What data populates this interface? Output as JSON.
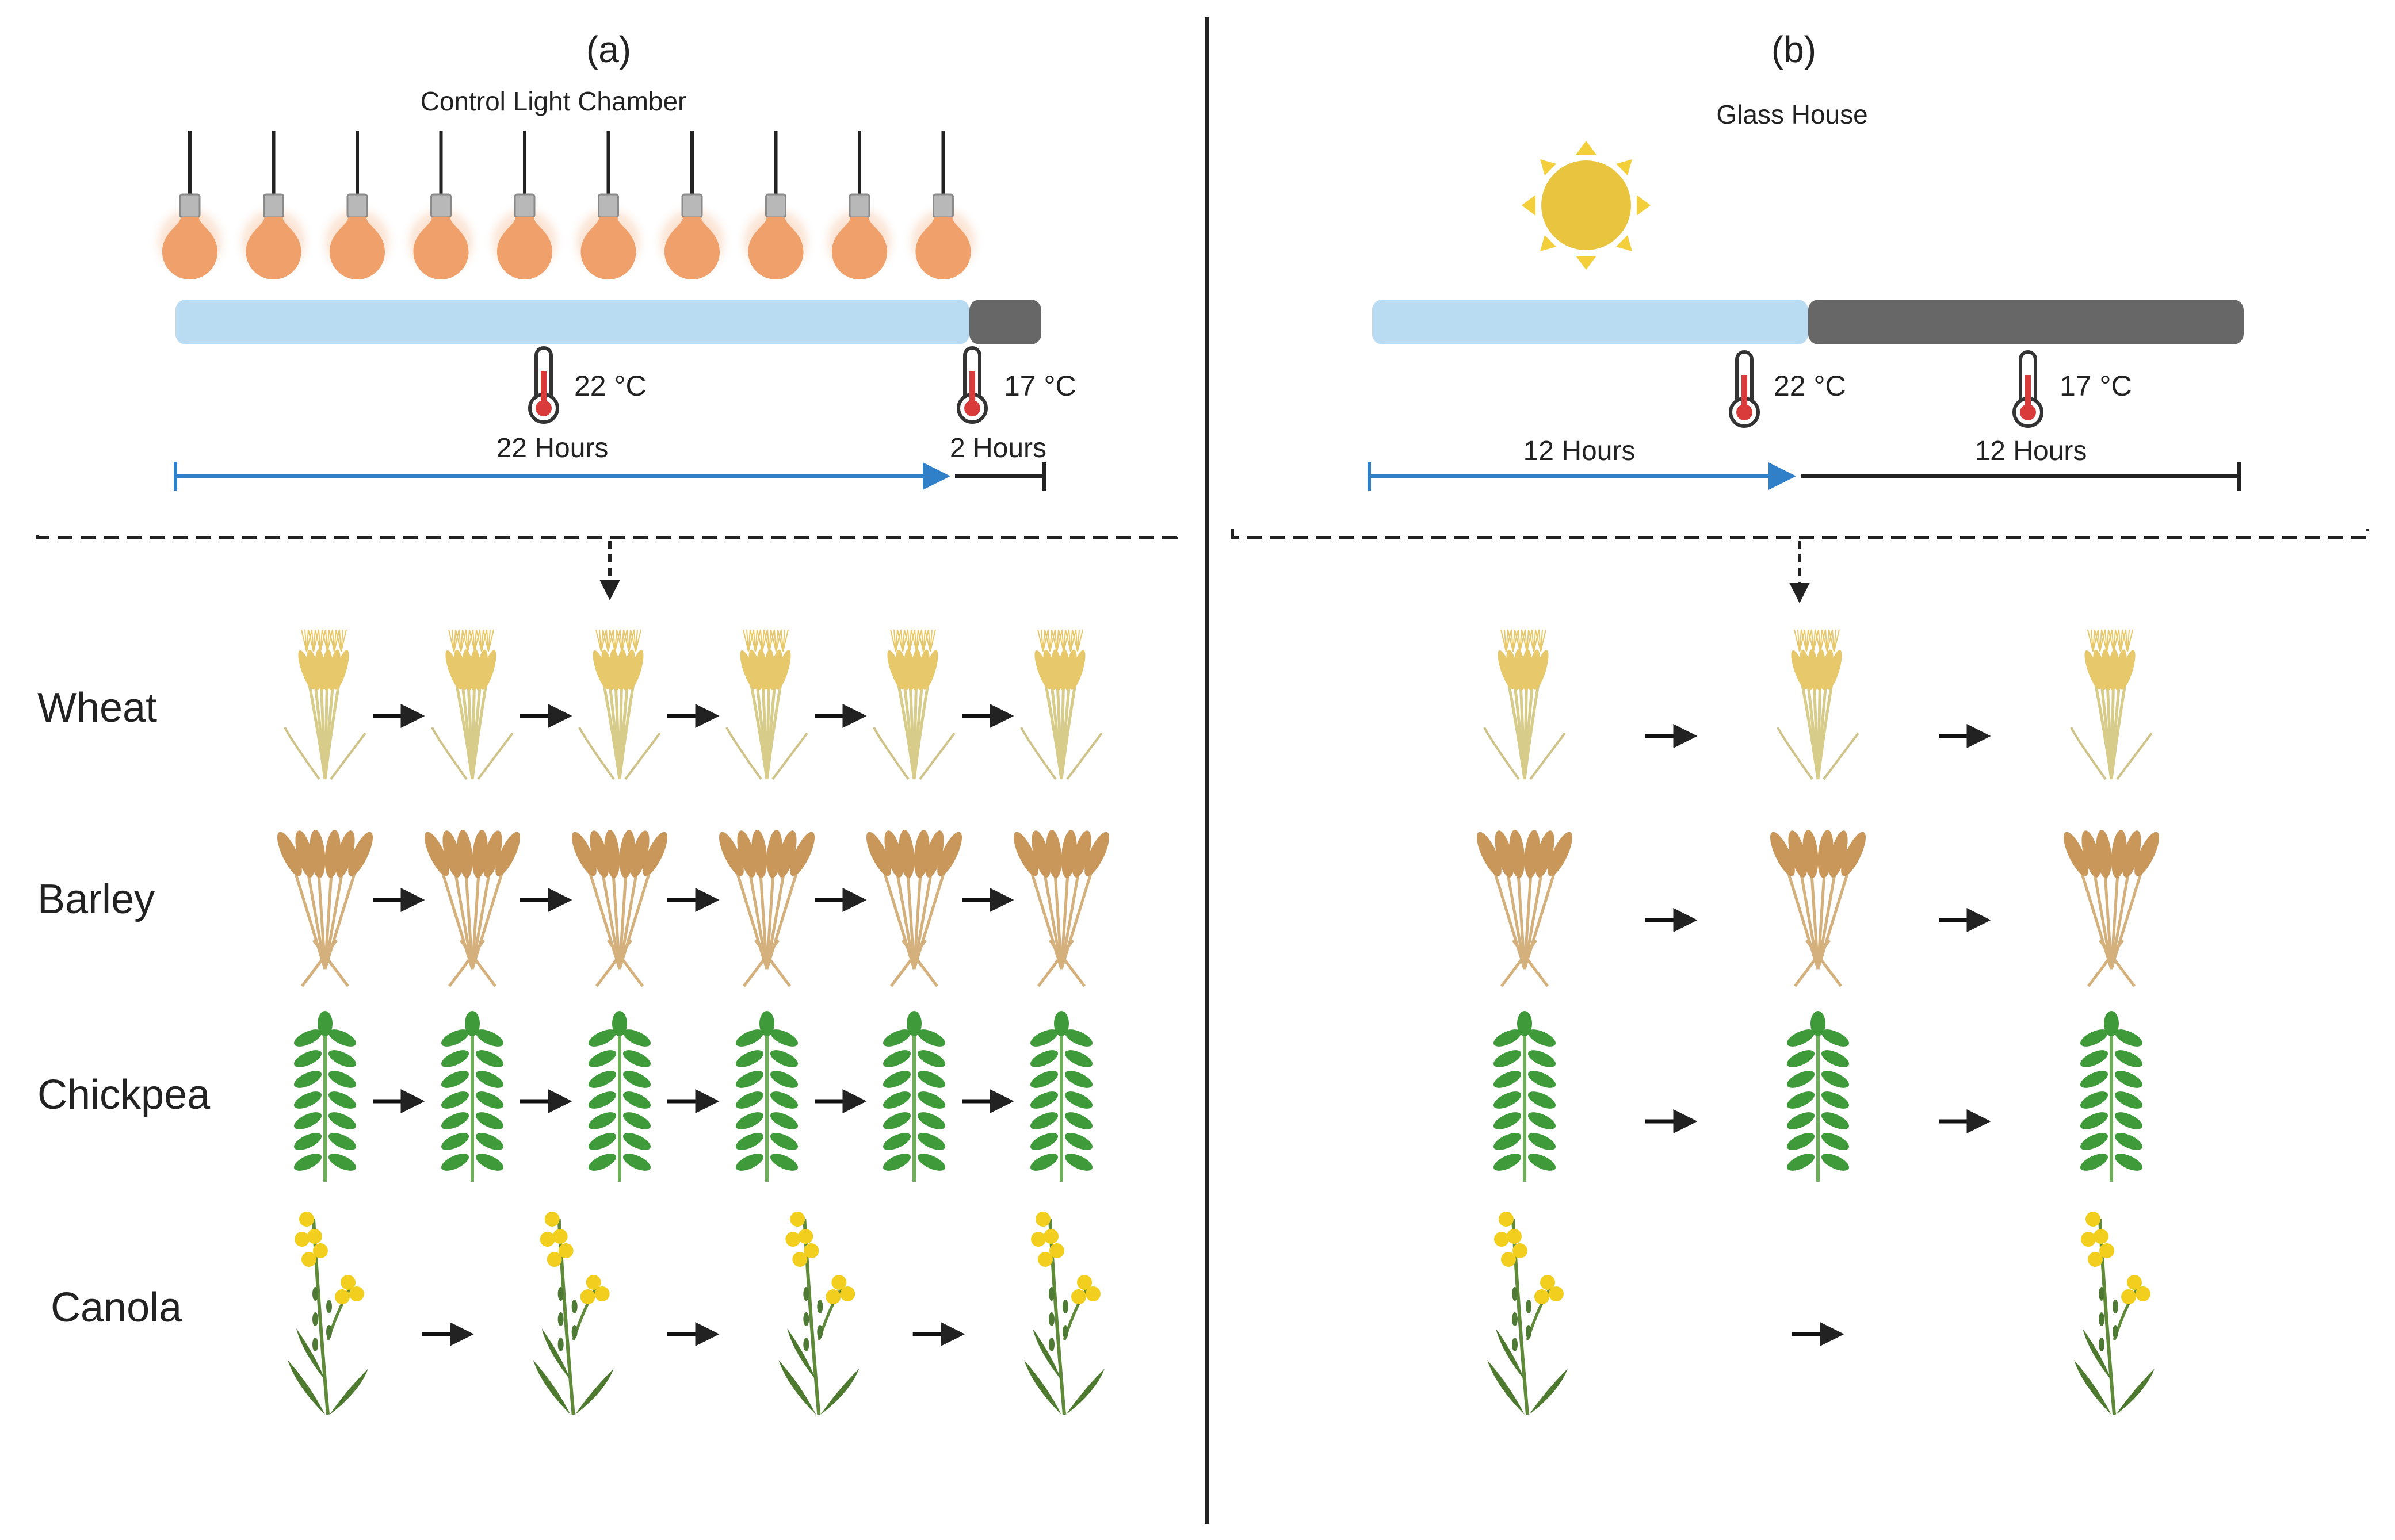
{
  "colors": {
    "day_bar": "#b9dcf3",
    "night_bar": "#676767",
    "bulb": "#f0a06a",
    "moon": "#1565c0",
    "sun": "#e9c43f",
    "sun_ray": "#f3cf3c",
    "arrow_blue": "#2f80c8",
    "divider": "#222222",
    "thermo_red": "#d93a3a",
    "wheat": "#e7c86a",
    "barley": "#c9975a",
    "chickpea": "#3f9a3a",
    "canola_flower": "#f2cf1f",
    "canola_leaf": "#4d7a2e"
  },
  "panel_a": {
    "label": "(a)",
    "title": "Control Light Chamber",
    "day_temp": "22 °C",
    "night_temp": "17 °C",
    "day_duration": "22 Hours",
    "night_duration": "2 Hours",
    "day_fraction": 0.917,
    "bulb_count": 10,
    "icons": [
      "light-bulb-icon",
      "moon-icon",
      "thermometer-icon",
      "arrow-right-icon"
    ]
  },
  "panel_b": {
    "label": "(b)",
    "title": "Glass House",
    "day_temp": "22 °C",
    "night_temp": "17 °C",
    "day_duration": "12 Hours",
    "night_duration": "12 Hours",
    "day_fraction": 0.5,
    "icons": [
      "sun-icon",
      "moon-icon",
      "thermometer-icon",
      "arrow-right-icon"
    ]
  },
  "crops": [
    {
      "name": "Wheat",
      "chamber_generations": 6,
      "glasshouse_generations": 3
    },
    {
      "name": "Barley",
      "chamber_generations": 6,
      "glasshouse_generations": 3
    },
    {
      "name": "Chickpea",
      "chamber_generations": 6,
      "glasshouse_generations": 3
    },
    {
      "name": "Canola",
      "chamber_generations": 4,
      "glasshouse_generations": 2
    }
  ]
}
